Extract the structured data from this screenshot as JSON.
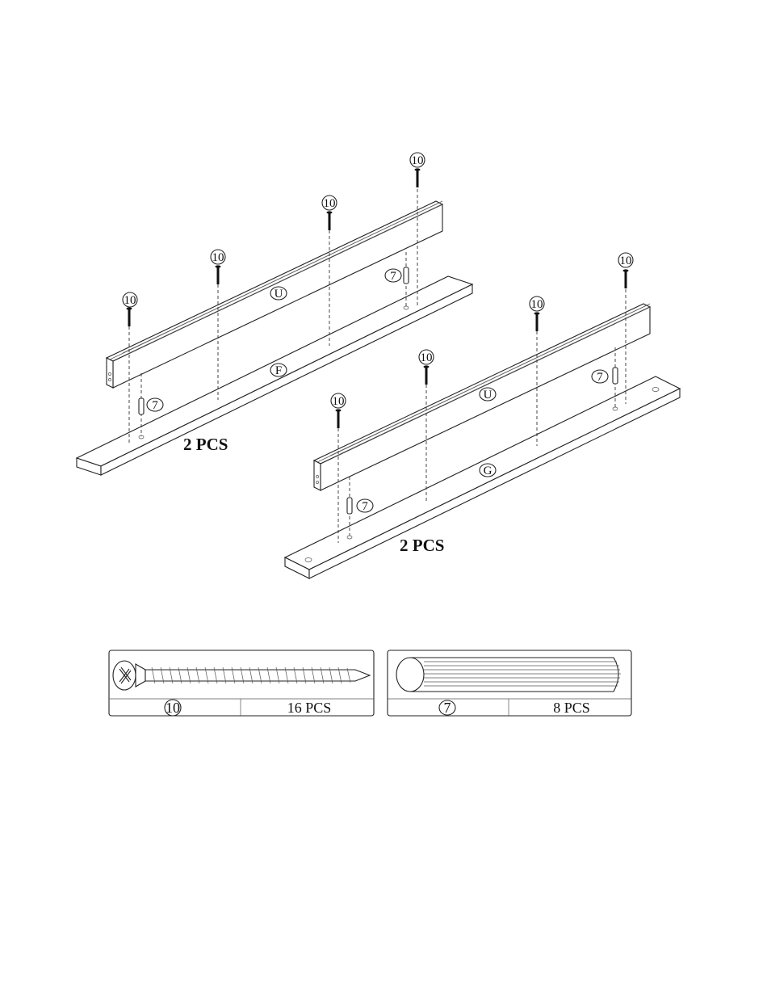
{
  "assembly_left": {
    "rail_label": "U",
    "board_label": "F",
    "quantity": "2 PCS",
    "screw_callout": "10",
    "dowel_callout": "7"
  },
  "assembly_right": {
    "rail_label": "U",
    "board_label": "G",
    "quantity": "2 PCS",
    "screw_callout": "10",
    "dowel_callout": "7"
  },
  "hardware": [
    {
      "part": "10",
      "quantity": "16 PCS",
      "icon": "screw-icon"
    },
    {
      "part": "7",
      "quantity": "8 PCS",
      "icon": "dowel-icon"
    }
  ]
}
